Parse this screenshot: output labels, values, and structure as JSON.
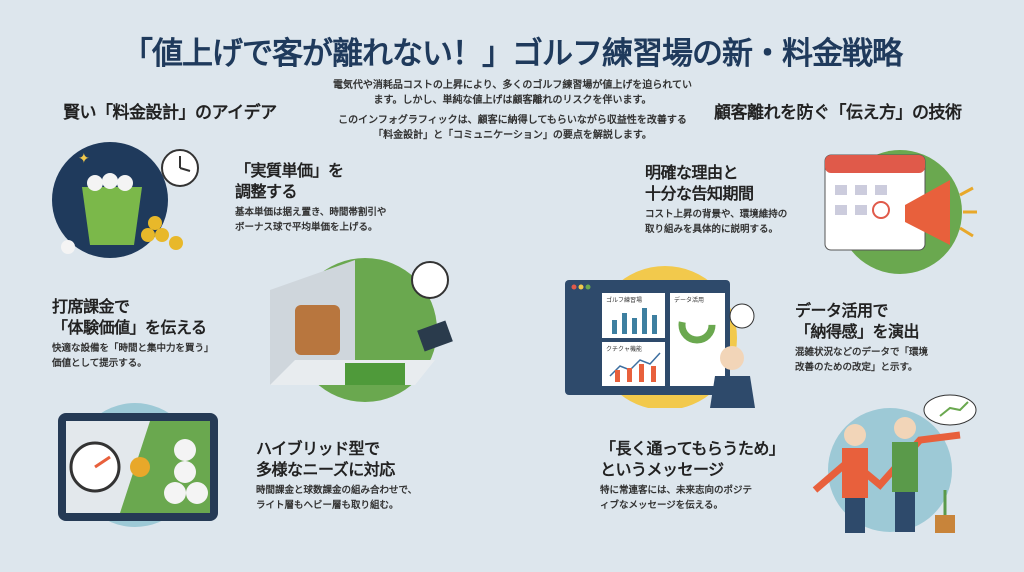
{
  "title": "「値上げで客が離れない！」ゴルフ練習場の新・料金戦略",
  "intro": [
    "電気代や消耗品コストの上昇により、多くのゴルフ練習場が値上げを迫られています。しかし、単純な値上げは顧客離れのリスクを伴います。",
    "このインフォグラフィックは、顧客に納得してもらいながら収益性を改善する「料金設計」と「コミュニケーション」の要点を解説します。"
  ],
  "left_section": {
    "heading": "賢い「料金設計」のアイデア",
    "items": [
      {
        "title1": "「実質単価」を",
        "title2": "調整する",
        "body1": "基本単価は据え置き、時間帯割引や",
        "body2": "ボーナス球で平均単価を上げる。"
      },
      {
        "title1": "打席課金で",
        "title2": "「体験価値」を伝える",
        "body1": "快適な設備を「時間と集中力を買う」",
        "body2": "価値として提示する。"
      },
      {
        "title1": "ハイブリッド型で",
        "title2": "多様なニーズに対応",
        "body1": "時間課金と球数課金の組み合わせで、",
        "body2": "ライト層もヘビー層も取り組む。"
      }
    ]
  },
  "right_section": {
    "heading": "顧客離れを防ぐ「伝え方」の技術",
    "items": [
      {
        "title1": "明確な理由と",
        "title2": "十分な告知期間",
        "body1": "コスト上昇の背景や、環境維持の",
        "body2": "取り組みを具体的に説明する。"
      },
      {
        "title1": "データ活用で",
        "title2": "「納得感」を演出",
        "body1": "混雑状況などのデータで「環境",
        "body2": "改善のための改定」と示す。"
      },
      {
        "title1": "「長く通ってもらうため」",
        "title2": "というメッセージ",
        "body1": "特に常連客には、未来志向のポジテ",
        "body2": "ィブなメッセージを伝える。"
      }
    ]
  },
  "dashboard": {
    "panel1": "ゴルフ練習場",
    "panel2": "データ活用",
    "panel3": "クチクャ機能"
  },
  "colors": {
    "navy": "#1f3a5c",
    "green": "#6aa84f",
    "yellow": "#f2c94c",
    "teal": "#4a9bb0",
    "orange": "#e8603c"
  }
}
